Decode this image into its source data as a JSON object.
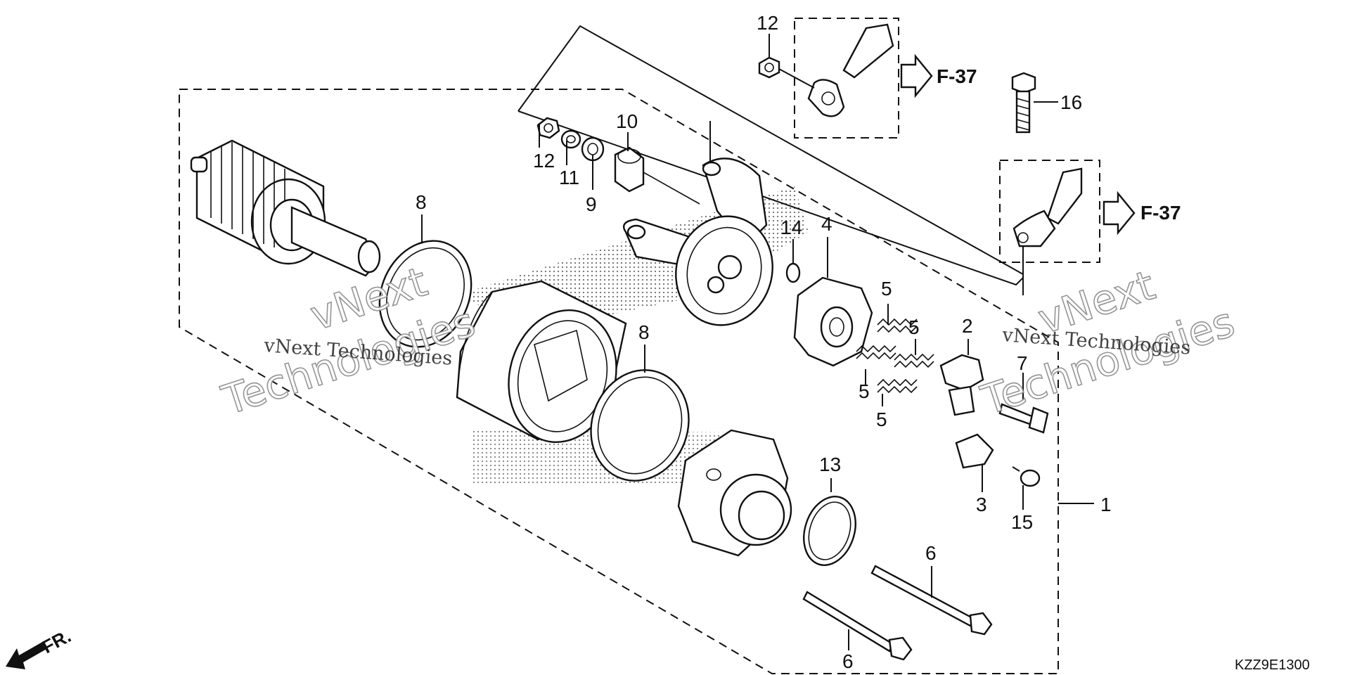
{
  "diagram": {
    "callouts": {
      "c1": "1",
      "c2": "2",
      "c3": "3",
      "c4": "4",
      "c5a": "5",
      "c5b": "5",
      "c5c": "5",
      "c5d": "5",
      "c6a": "6",
      "c6b": "6",
      "c7": "7",
      "c8a": "8",
      "c8b": "8",
      "c9": "9",
      "c10": "10",
      "c11": "11",
      "c12a": "12",
      "c12b": "12",
      "c13": "13",
      "c14": "14",
      "c15": "15",
      "c16": "16"
    },
    "references": {
      "ref_top": "F-37",
      "ref_right": "F-37"
    },
    "front_label": "FR.",
    "diagram_code": "KZZ9E1300",
    "watermark": {
      "small_left": "vNext Technologies",
      "small_right": "vNext Technologies",
      "big_left_line1": "vNext",
      "big_left_line2": "Technologies",
      "big_right_line1": "vNext",
      "big_right_line2": "Technologies"
    }
  }
}
